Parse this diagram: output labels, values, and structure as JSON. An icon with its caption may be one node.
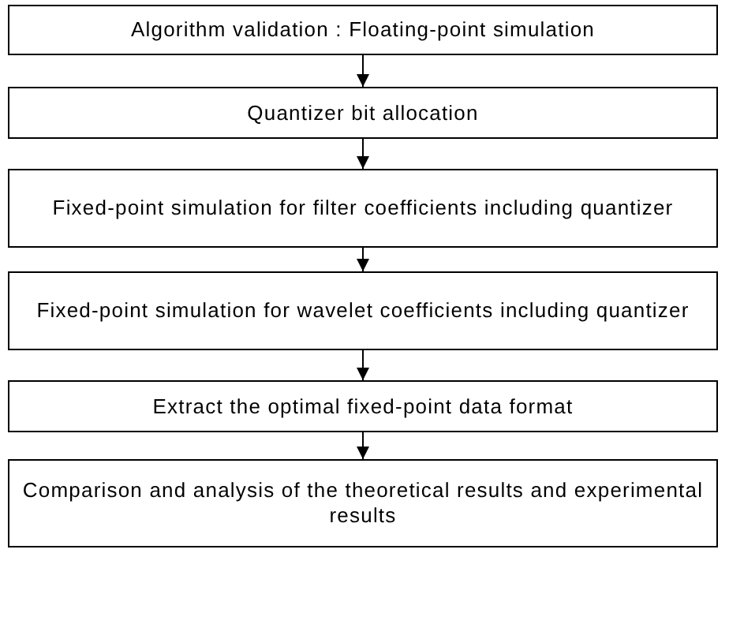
{
  "diagram": {
    "nodes": [
      {
        "text": [
          "Algorithm validation : Floating-point simulation"
        ]
      },
      {
        "text": [
          "Quantizer bit allocation"
        ]
      },
      {
        "text": [
          "Fixed-point simulation for filter coefficients including quantizer"
        ]
      },
      {
        "text": [
          "Fixed-point simulation for wavelet coefficients including quantizer"
        ]
      },
      {
        "text": [
          "Extract the optimal fixed-point data format"
        ]
      },
      {
        "text": [
          "Comparison and analysis of the theoretical results and experimental results"
        ]
      }
    ],
    "edges": [
      {
        "from": 0,
        "to": 1,
        "arrow": "to"
      },
      {
        "from": 1,
        "to": 2,
        "arrow": "to"
      },
      {
        "from": 2,
        "to": 3,
        "arrow": "to"
      },
      {
        "from": 3,
        "to": 4,
        "arrow": "to"
      },
      {
        "from": 4,
        "to": 5,
        "arrow": "to"
      }
    ]
  }
}
